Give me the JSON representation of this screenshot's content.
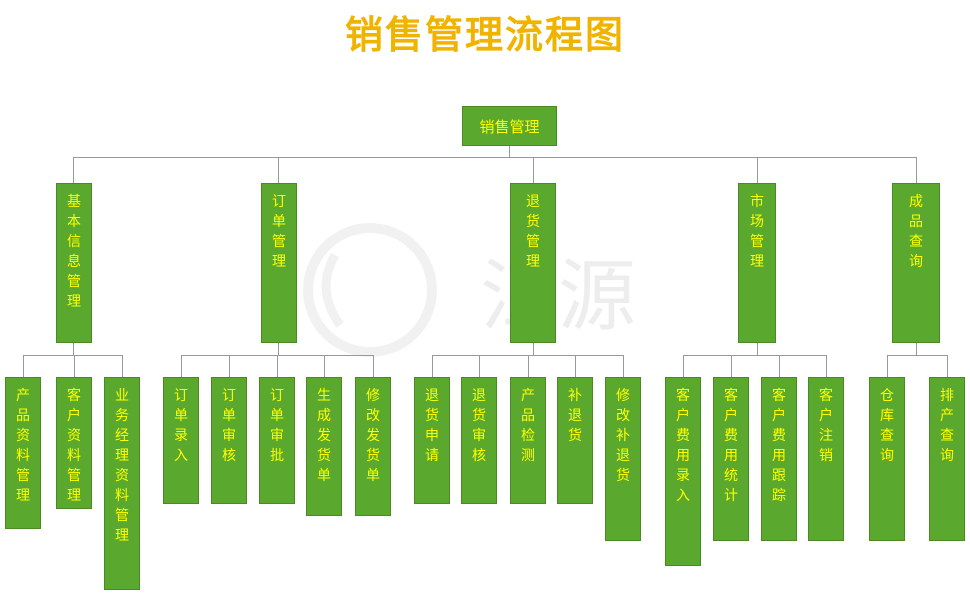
{
  "title": "销售管理流程图",
  "colors": {
    "title": "#f0b400",
    "box_fill": "#5aa82d",
    "box_text": "#ffff00",
    "line": "#999999"
  },
  "watermark": {
    "text": "江源"
  },
  "root": "销售管理",
  "categories": [
    {
      "label": "基本信息管理",
      "children": [
        "产品资料管理",
        "客户资料管理",
        "业务经理资料管理"
      ]
    },
    {
      "label": "订单管理",
      "children": [
        "订单录入",
        "订单审核",
        "订单审批",
        "生成发货单",
        "修改发货单"
      ]
    },
    {
      "label": "退货管理",
      "children": [
        "退货申请",
        "退货审核",
        "产品检测",
        "补退货",
        "修改补退货"
      ]
    },
    {
      "label": "市场管理",
      "children": [
        "客户费用录入",
        "客户费用统计",
        "客户费用跟踪",
        "客户注销"
      ]
    },
    {
      "label": "成品查询",
      "children": [
        "仓库查询",
        "排产查询"
      ]
    }
  ]
}
